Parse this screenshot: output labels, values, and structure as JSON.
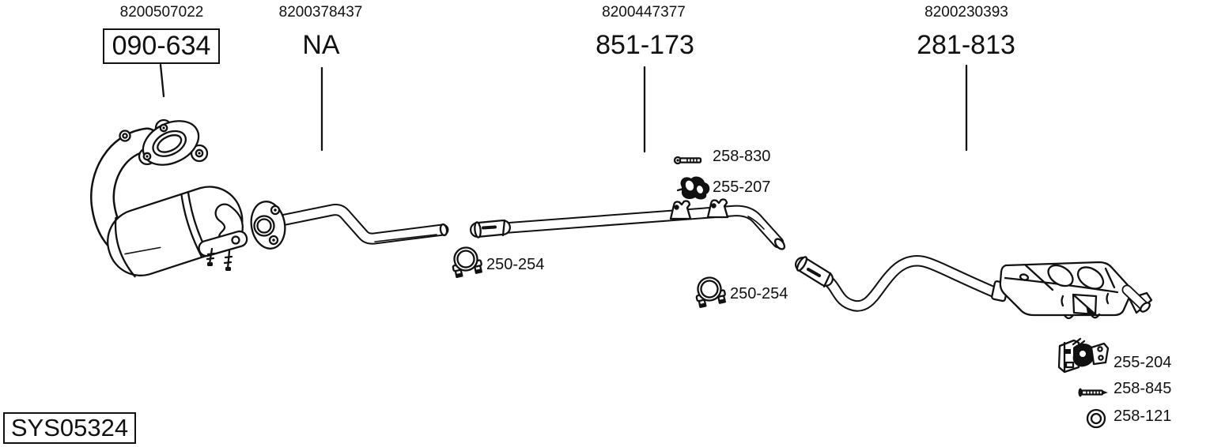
{
  "colors": {
    "ink": "#111111",
    "background": "#ffffff"
  },
  "diagram_id": {
    "label": "SYS05324"
  },
  "main_parts": [
    {
      "ref": "8200507022",
      "code": "090-634",
      "boxed": true
    },
    {
      "ref": "8200378437",
      "code": "NA",
      "boxed": false
    },
    {
      "ref": "8200447377",
      "code": "851-173",
      "boxed": false
    },
    {
      "ref": "8200230393",
      "code": "281-813",
      "boxed": false
    }
  ],
  "callouts": [
    {
      "code": "258-830",
      "icon": "bolt-icon"
    },
    {
      "code": "255-207",
      "icon": "rubber-mount-icon"
    },
    {
      "code": "250-254",
      "icon": "clamp-icon"
    },
    {
      "code": "250-254",
      "icon": "clamp-icon"
    },
    {
      "code": "255-204",
      "icon": "hanger-bracket-icon"
    },
    {
      "code": "258-845",
      "icon": "bolt-icon"
    },
    {
      "code": "258-121",
      "icon": "washer-icon"
    }
  ]
}
